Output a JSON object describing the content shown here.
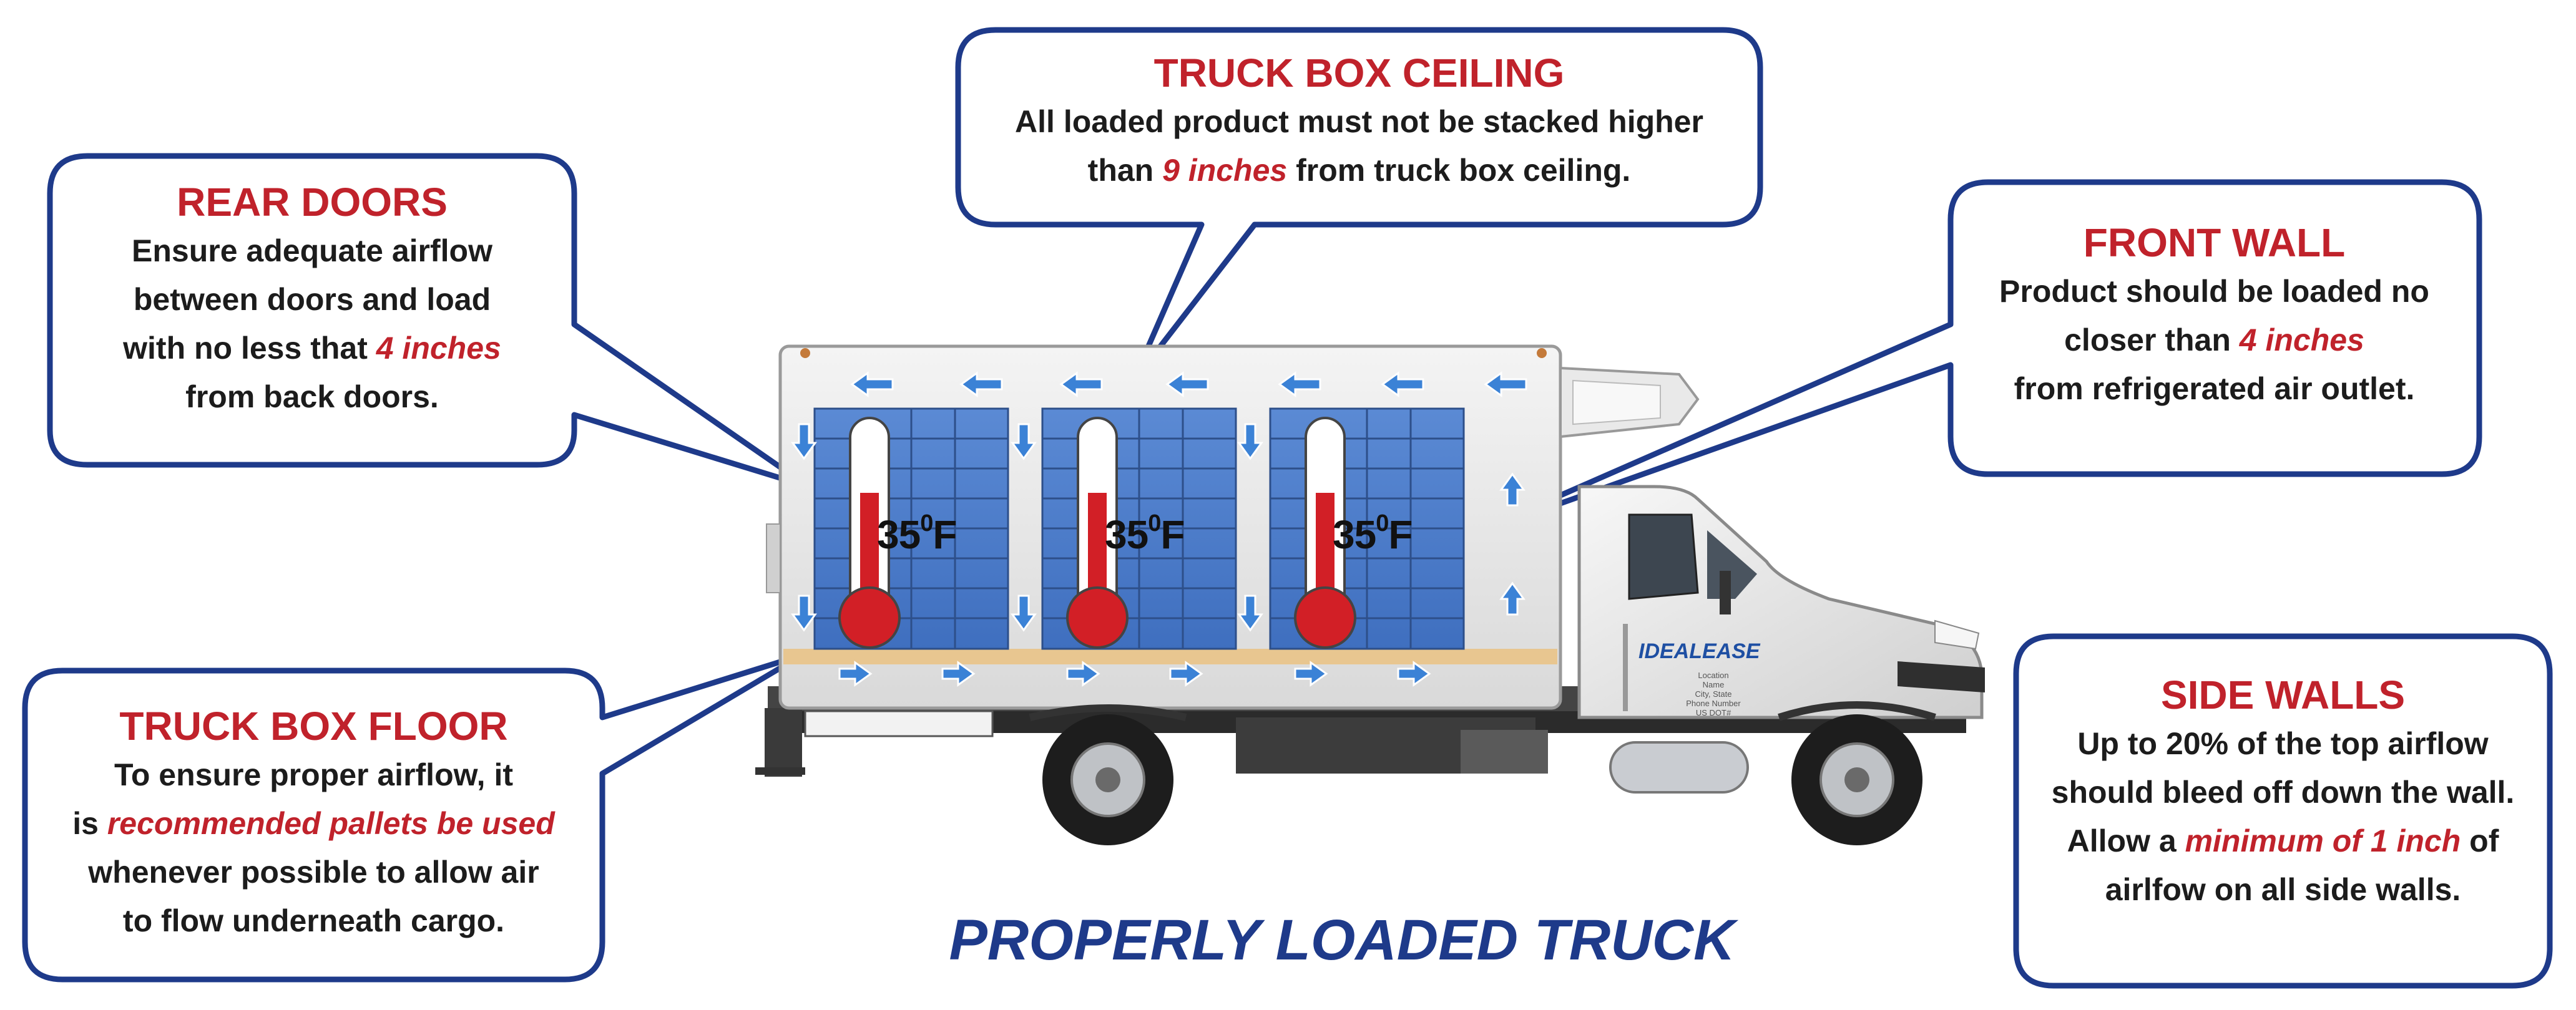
{
  "title": "PROPERLY LOADED TRUCK",
  "colors": {
    "heading_red": "#c0222b",
    "callout_border": "#1e3a8a",
    "pallet_blue": "#4a7cc7",
    "arrow_blue": "#3b82d6",
    "thermometer_red": "#d21f26"
  },
  "callouts": {
    "rear_doors": {
      "heading": "REAR DOORS",
      "lines": [
        [
          {
            "t": "Ensure adequate airflow"
          }
        ],
        [
          {
            "t": "between doors and load"
          }
        ],
        [
          {
            "t": "with no less that "
          },
          {
            "t": "4 inches",
            "hl": true
          }
        ],
        [
          {
            "t": "from back doors."
          }
        ]
      ]
    },
    "ceiling": {
      "heading": "TRUCK BOX CEILING",
      "lines": [
        [
          {
            "t": "All loaded product must not be stacked higher"
          }
        ],
        [
          {
            "t": "than "
          },
          {
            "t": "9 inches",
            "hl": true
          },
          {
            "t": " from truck box ceiling."
          }
        ]
      ]
    },
    "front_wall": {
      "heading": "FRONT WALL",
      "lines": [
        [
          {
            "t": "Product should be loaded no"
          }
        ],
        [
          {
            "t": "closer than "
          },
          {
            "t": "4 inches",
            "hl": true
          }
        ],
        [
          {
            "t": "from refrigerated air outlet."
          }
        ]
      ]
    },
    "floor": {
      "heading": "TRUCK BOX FLOOR",
      "lines": [
        [
          {
            "t": "To ensure proper airflow, it"
          }
        ],
        [
          {
            "t": "is "
          },
          {
            "t": "recommended pallets be used",
            "hl": true
          }
        ],
        [
          {
            "t": "whenever possible to allow air"
          }
        ],
        [
          {
            "t": "to flow underneath cargo."
          }
        ]
      ]
    },
    "side_walls": {
      "heading": "SIDE WALLS",
      "lines": [
        [
          {
            "t": "Up to 20% of the top airflow"
          }
        ],
        [
          {
            "t": "should bleed off down the wall."
          }
        ],
        [
          {
            "t": "Allow a "
          },
          {
            "t": "minimum of 1 inch",
            "hl": true
          },
          {
            "t": " of"
          }
        ],
        [
          {
            "t": "airlfow on all side walls."
          }
        ]
      ]
    }
  },
  "temperatures": [
    "35",
    "35",
    "35"
  ],
  "temp_unit": "F",
  "temp_degree": "0",
  "truck_branding": {
    "logo": "IDEALEASE",
    "door_lines": [
      "Location",
      "Name",
      "City, State",
      "Phone Number",
      "US DOT#"
    ]
  }
}
